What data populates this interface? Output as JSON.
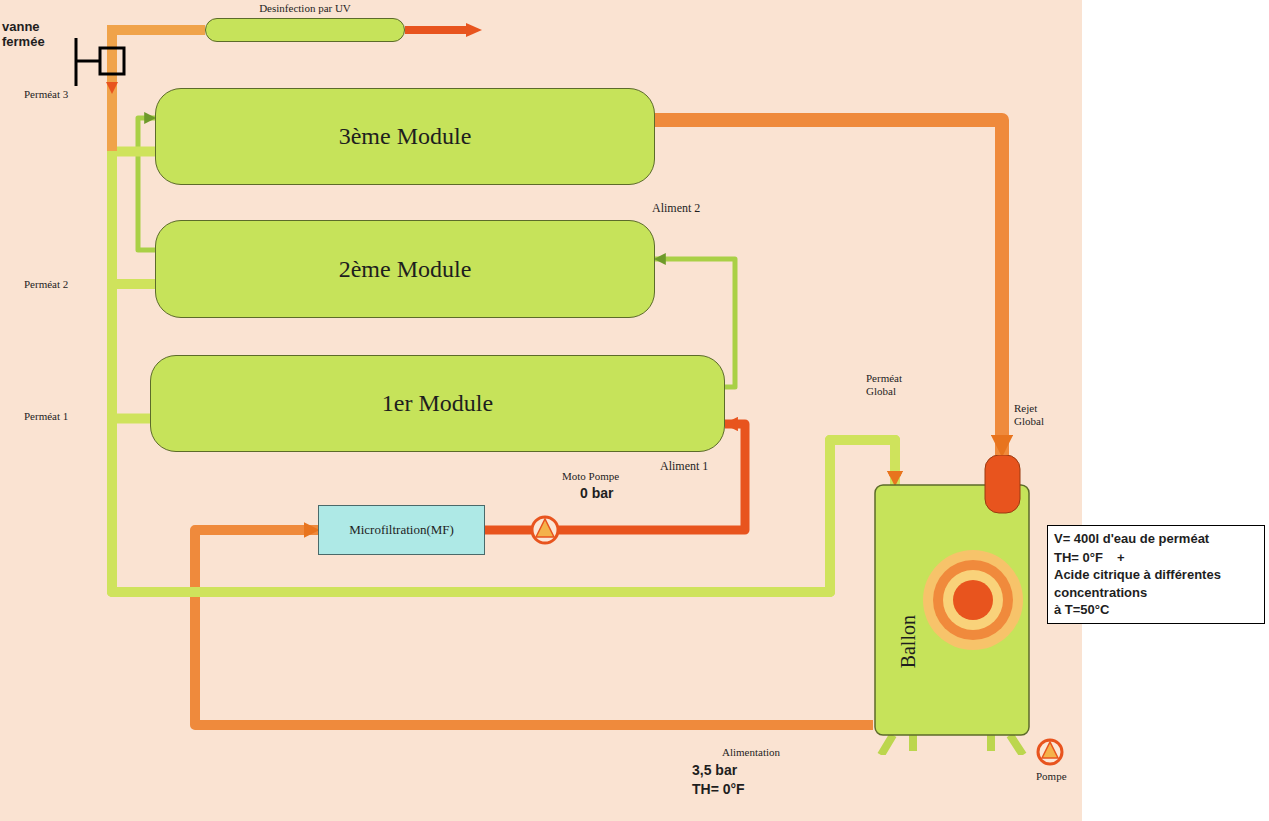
{
  "diagram": {
    "nodes": [
      {
        "text": [
          "Desinfection par UV"
        ]
      },
      {
        "text": [
          "3ème Module"
        ]
      },
      {
        "text": [
          "2ème Module"
        ]
      },
      {
        "text": [
          "1er Module"
        ]
      },
      {
        "text": [
          "Microfiltration(MF)"
        ]
      },
      {
        "text": [
          "Ballon"
        ]
      },
      {
        "text": [
          "V= 400l d'eau de perméat",
          "TH= 0°F",
          "+",
          "Acide citrique à différentes concentrations",
          "à T=50°C"
        ]
      }
    ],
    "edges": [
      {
        "from": 5,
        "to": 4,
        "arrow": "to"
      },
      {
        "from": 4,
        "to": 3,
        "arrow": "to"
      },
      {
        "from": 3,
        "to": 2,
        "arrow": "to"
      },
      {
        "from": 2,
        "to": 1,
        "arrow": "to"
      },
      {
        "from": 1,
        "to": 5,
        "arrow": "to"
      },
      {
        "from": 1,
        "to": 5,
        "arrow": "to"
      },
      {
        "from": 2,
        "to": 5,
        "arrow": "to"
      },
      {
        "from": 3,
        "to": 5,
        "arrow": "to"
      }
    ],
    "labels": [
      "vanne fermée",
      "Perméat 3",
      "Perméat 2",
      "Perméat 1",
      "Aliment 2",
      "Aliment 1",
      "Moto Pompe",
      "0 bar",
      "Perméat Global",
      "Rejet Global",
      "Pompe",
      "Alimentation",
      "3,5 bar",
      "TH= 0°F"
    ]
  }
}
